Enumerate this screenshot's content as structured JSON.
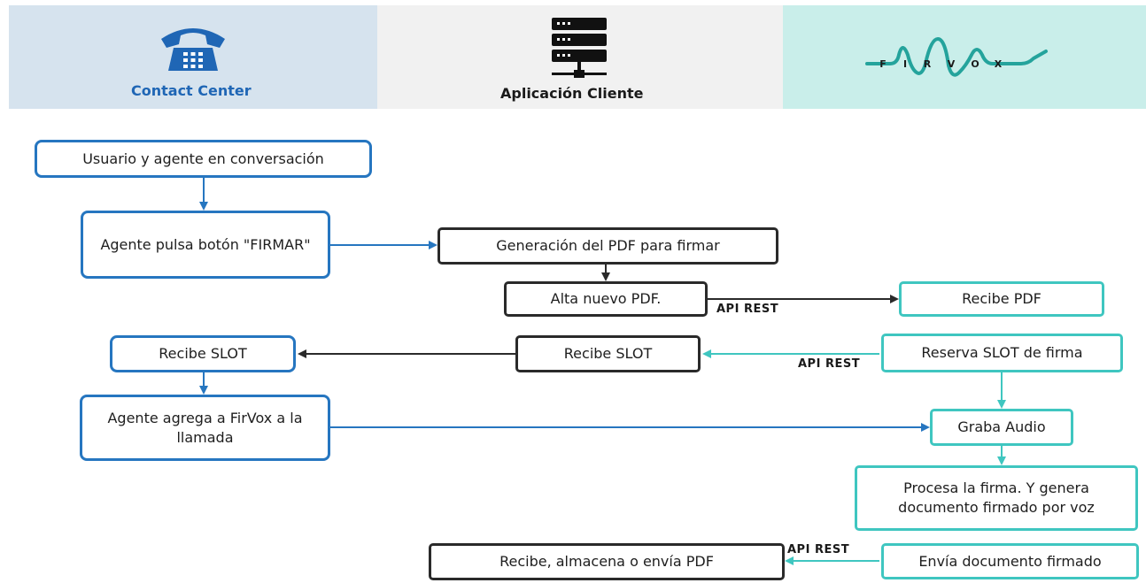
{
  "lanes": {
    "contact_center": "Contact Center",
    "app_client": "Aplicación Cliente",
    "firvox_logo": "FIRVOX"
  },
  "nodes": {
    "n1": "Usuario y agente en conversación",
    "n2": "Agente pulsa botón \"FIRMAR\"",
    "n3": "Generación del PDF para firmar",
    "n4": "Alta nuevo PDF.",
    "n5": "Recibe PDF",
    "n6": "Reserva SLOT de firma",
    "n7": "Recibe SLOT",
    "n8": "Recibe SLOT",
    "n9": "Agente agrega a FirVox a la llamada",
    "n10": "Graba Audio",
    "n11": "Procesa la firma. Y genera documento firmado por voz",
    "n12": "Envía documento firmado",
    "n13": "Recibe, almacena o envía  PDF"
  },
  "labels": {
    "api1": "API REST",
    "api2": "API REST",
    "api3": "API REST"
  },
  "colors": {
    "blue": "#2676c0",
    "teal": "#3fc6c0",
    "black": "#2a2a2a"
  }
}
